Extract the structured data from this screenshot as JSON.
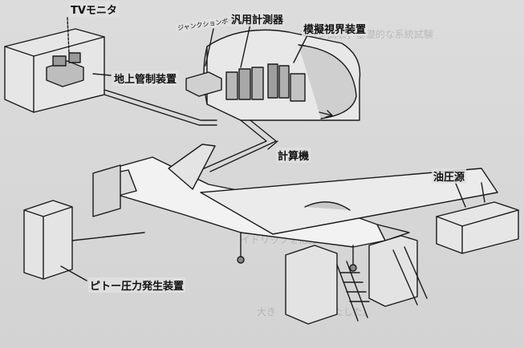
{
  "labels": {
    "tv_monitor": "TVモニタ",
    "ground_control": "地上管制装置",
    "junction_box": "ジャンクションボックス",
    "general_instrument": "汎用計測器",
    "visual_simulator": "模擬視界装置",
    "computer": "計算機",
    "hydraulic_source": "油圧源",
    "pitot_pressure": "ピトー圧力発生装置"
  },
  "colors": {
    "background": "#d6d6d6",
    "line": "#1a1a1a"
  }
}
